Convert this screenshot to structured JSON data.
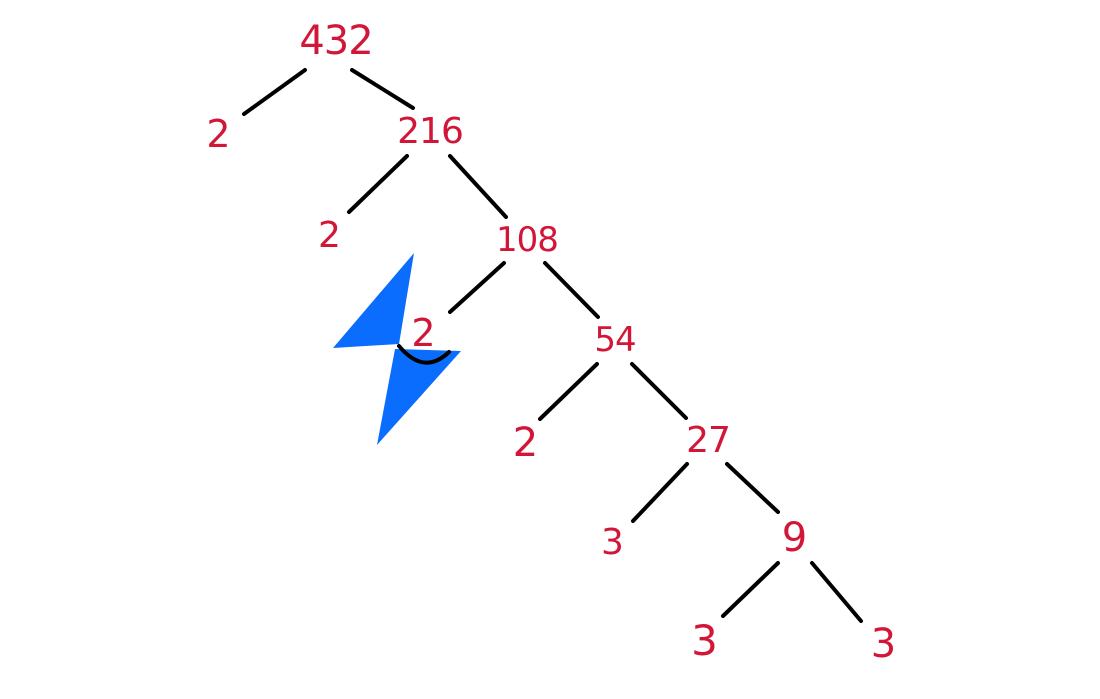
{
  "diagram": {
    "type": "prime-factor-tree",
    "root": "432",
    "nodes": [
      {
        "value": "432"
      },
      {
        "value": "2"
      },
      {
        "value": "216"
      },
      {
        "value": "2"
      },
      {
        "value": "108"
      },
      {
        "value": "2"
      },
      {
        "value": "54"
      },
      {
        "value": "2"
      },
      {
        "value": "27"
      },
      {
        "value": "3"
      },
      {
        "value": "9"
      },
      {
        "value": "3"
      },
      {
        "value": "3"
      }
    ],
    "edges": [
      [
        "432",
        "2"
      ],
      [
        "432",
        "216"
      ],
      [
        "216",
        "2"
      ],
      [
        "216",
        "108"
      ],
      [
        "108",
        "2"
      ],
      [
        "108",
        "54"
      ],
      [
        "54",
        "2"
      ],
      [
        "54",
        "27"
      ],
      [
        "27",
        "3"
      ],
      [
        "27",
        "9"
      ],
      [
        "9",
        "3"
      ],
      [
        "9",
        "3"
      ]
    ],
    "annotations": {
      "bolt_icon": "lightning-bolt-icon",
      "arc": "arc-under-middle-2"
    }
  },
  "colors": {
    "number": "#d21638",
    "line": "#000000",
    "bolt": "#0a6dfd",
    "background": "#ffffff"
  }
}
